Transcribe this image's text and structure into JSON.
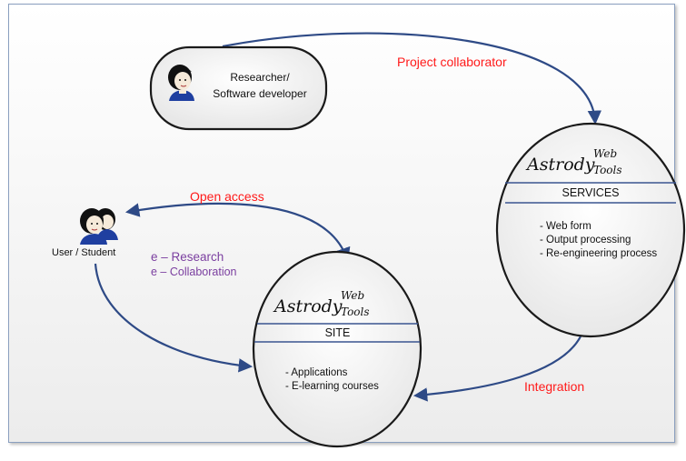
{
  "researcher": {
    "label_line1": "Researcher/",
    "label_line2": "Software developer"
  },
  "user": {
    "label": "User / Student"
  },
  "arrows": {
    "project_collaborator": "Project collaborator",
    "open_access": "Open access",
    "integration": "Integration"
  },
  "e_labels": {
    "research": "e – Research",
    "collaboration": "e – Collaboration"
  },
  "services_node": {
    "brand_main": "Astrody",
    "brand_sup": "Web",
    "brand_sub": "Tools",
    "section": "SERVICES",
    "items": [
      "- Web form",
      "- Output processing",
      "- Re-engineering process"
    ]
  },
  "site_node": {
    "brand_main": "Astrody",
    "brand_sup": "Web",
    "brand_sub": "Tools",
    "section": "SITE",
    "items": [
      "- Applications",
      "- E-learning courses"
    ]
  },
  "colors": {
    "arrow": "#2e4a86",
    "node_border": "#1a1a1a",
    "node_fill": "#f2f2f2",
    "divider": "#3a5590",
    "highlight_red": "#ff1a1a",
    "highlight_purple": "#7b3fa0"
  },
  "icons": [
    "person-icon",
    "people-icon"
  ]
}
